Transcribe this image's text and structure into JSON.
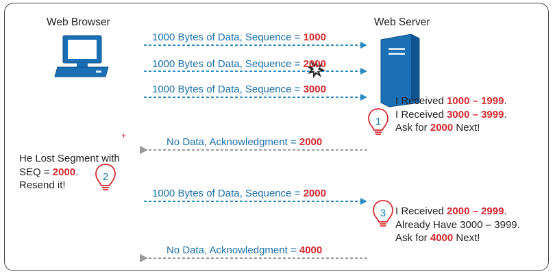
{
  "nodes": {
    "client": "Web Browser",
    "server": "Web Server"
  },
  "messages": [
    {
      "label": "1000 Bytes of Data, Sequence = ",
      "value": "1000"
    },
    {
      "label": "1000 Bytes of Data, Sequence = ",
      "value": "2000"
    },
    {
      "label": "1000 Bytes of Data, Sequence = ",
      "value": "3000"
    },
    {
      "label": "No Data, Acknowledgment = ",
      "value": "2000"
    },
    {
      "label": "1000 Bytes of Data, Sequence = ",
      "value": "2000"
    },
    {
      "label": "No Data, Acknowledgment = ",
      "value": "4000"
    }
  ],
  "notes": {
    "n1": {
      "number": "1",
      "l1_pre": "I Received ",
      "l1_val": "1000 – 1999",
      "l2_pre": "I Received ",
      "l2_val": "3000 – 3999",
      "l3_pre": "Ask for ",
      "l3_val": "2000",
      "l3_post": " Next!"
    },
    "n2": {
      "number": "2",
      "l1": "He Lost Segment with",
      "l2_pre": "SEQ = ",
      "l2_val": "2000",
      "l3": "Resend it!"
    },
    "n3": {
      "number": "3",
      "l1_pre": "I Received ",
      "l1_val": "2000 – 2999",
      "l2": "Already Have 3000 – 3999.",
      "l3_pre": "Ask for ",
      "l3_val": "4000",
      "l3_post": " Next!"
    }
  },
  "colors": {
    "data_arrow": "#2a8bc0",
    "ack_arrow": "#9a9a9a",
    "highlight": "#d42a2f",
    "bulb": "#d42a2f"
  }
}
